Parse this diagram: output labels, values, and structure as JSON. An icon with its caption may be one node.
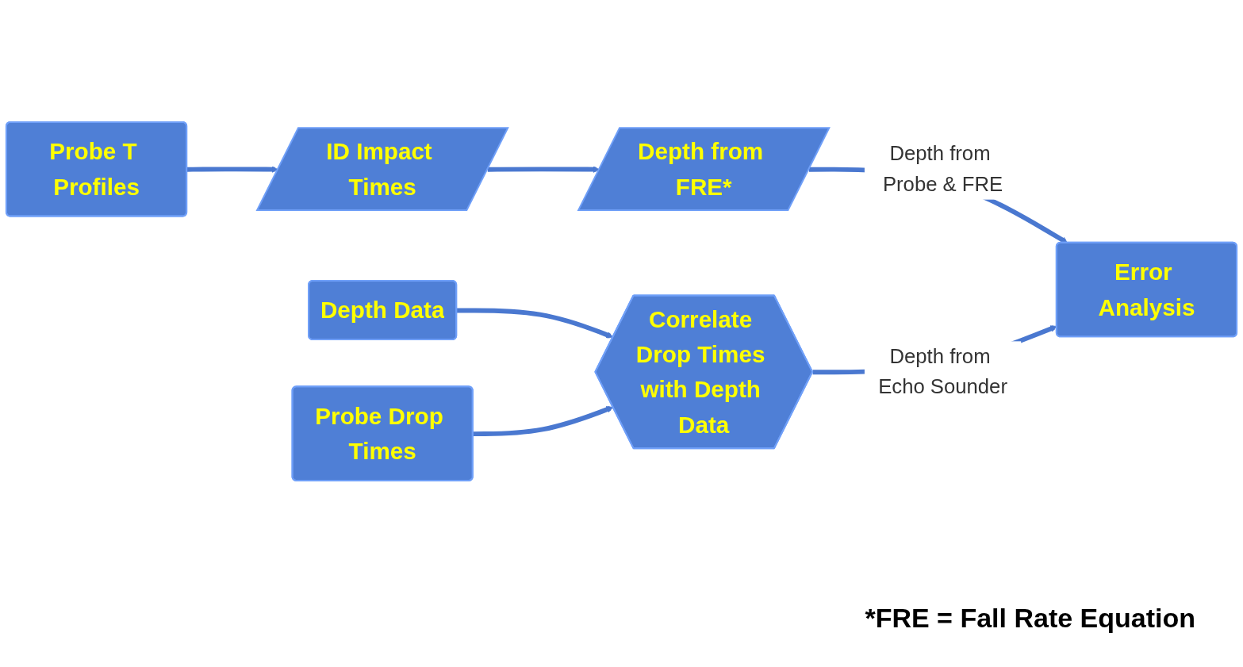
{
  "diagram": {
    "nodes": [
      {
        "text": [
          "Probe T Profiles"
        ]
      },
      {
        "text": [
          "ID Impact Times"
        ]
      },
      {
        "text": [
          "Depth from FRE*"
        ]
      },
      {
        "text": [
          "Error Analysis"
        ]
      },
      {
        "text": [
          "Depth Data"
        ]
      },
      {
        "text": [
          "Correlate Drop Times with Depth Data"
        ]
      },
      {
        "text": [
          "Probe Drop Times"
        ]
      }
    ],
    "edges": [
      {
        "from": 0,
        "to": 1,
        "arrow": "to"
      },
      {
        "from": 1,
        "to": 2,
        "arrow": "to"
      },
      {
        "from": 2,
        "to": 3,
        "arrow": "to",
        "label": "Depth from Probe & FRE"
      },
      {
        "from": 4,
        "to": 5,
        "arrow": "to"
      },
      {
        "from": 6,
        "to": 5,
        "arrow": "to"
      },
      {
        "from": 5,
        "to": 3,
        "arrow": "to",
        "label": "Depth from Echo Sounder"
      }
    ],
    "labels": [
      "*FRE = Fall Rate Equation"
    ]
  }
}
